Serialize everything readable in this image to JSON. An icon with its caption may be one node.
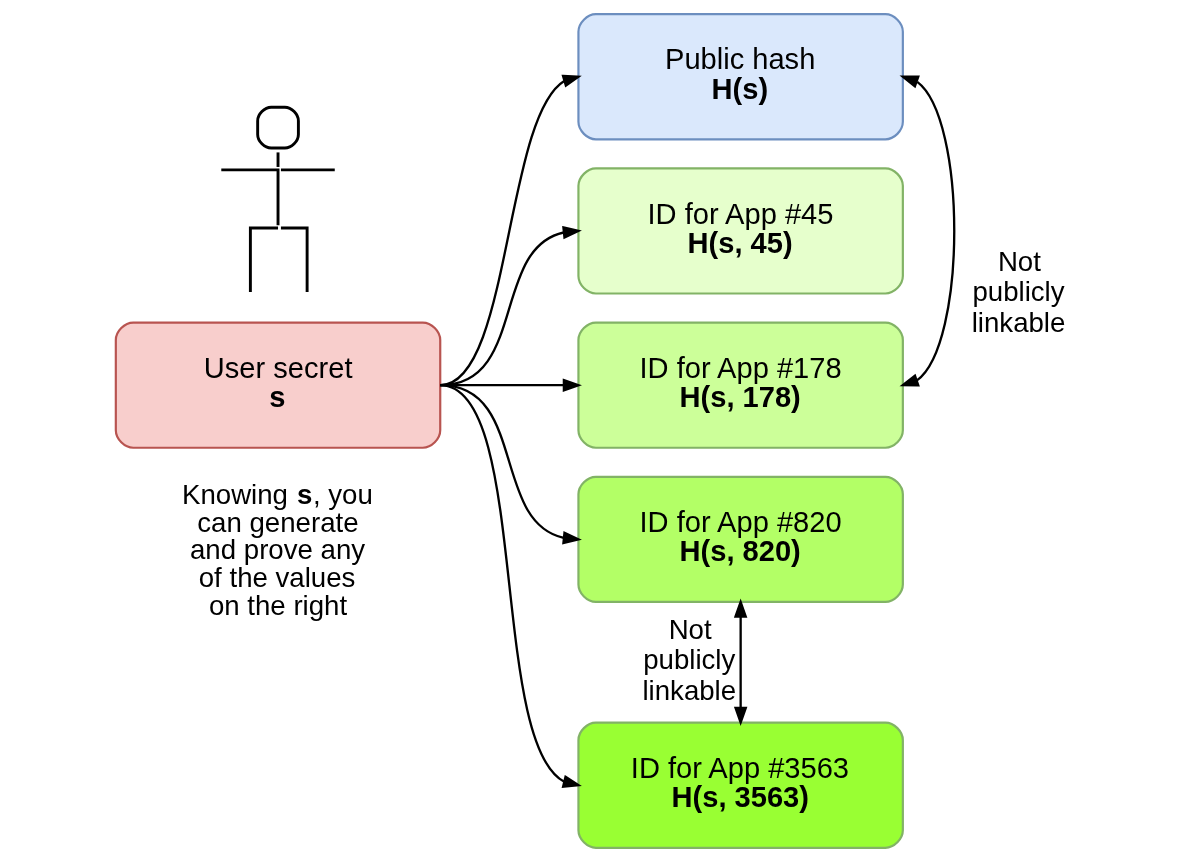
{
  "diagram": {
    "nodes": [
      {
        "text": [],
        "shape": "person"
      },
      {
        "text": [
          "User secret",
          "s"
        ]
      },
      {
        "text": [
          "Public hash",
          "H(s)"
        ]
      },
      {
        "text": [
          "ID for App #45",
          "H(s, 45)"
        ]
      },
      {
        "text": [
          "ID for App #178",
          "H(s, 178)"
        ]
      },
      {
        "text": [
          "ID for App #820",
          "H(s, 820)"
        ]
      },
      {
        "text": [
          "ID for App #3563",
          "H(s, 3563)"
        ]
      }
    ],
    "edges": [
      {
        "from": 1,
        "to": 2,
        "arrow": "to"
      },
      {
        "from": 1,
        "to": 3,
        "arrow": "to"
      },
      {
        "from": 1,
        "to": 4,
        "arrow": "to"
      },
      {
        "from": 1,
        "to": 5,
        "arrow": "to"
      },
      {
        "from": 1,
        "to": 6,
        "arrow": "to"
      },
      {
        "from": 2,
        "to": 4,
        "arrow": "both",
        "label": "Not publicly linkable"
      },
      {
        "from": 5,
        "to": 6,
        "arrow": "both",
        "label": "Not publicly linkable"
      }
    ],
    "labels": [
      "Knowing **s**, you can generate and prove any of the values on the right"
    ]
  }
}
